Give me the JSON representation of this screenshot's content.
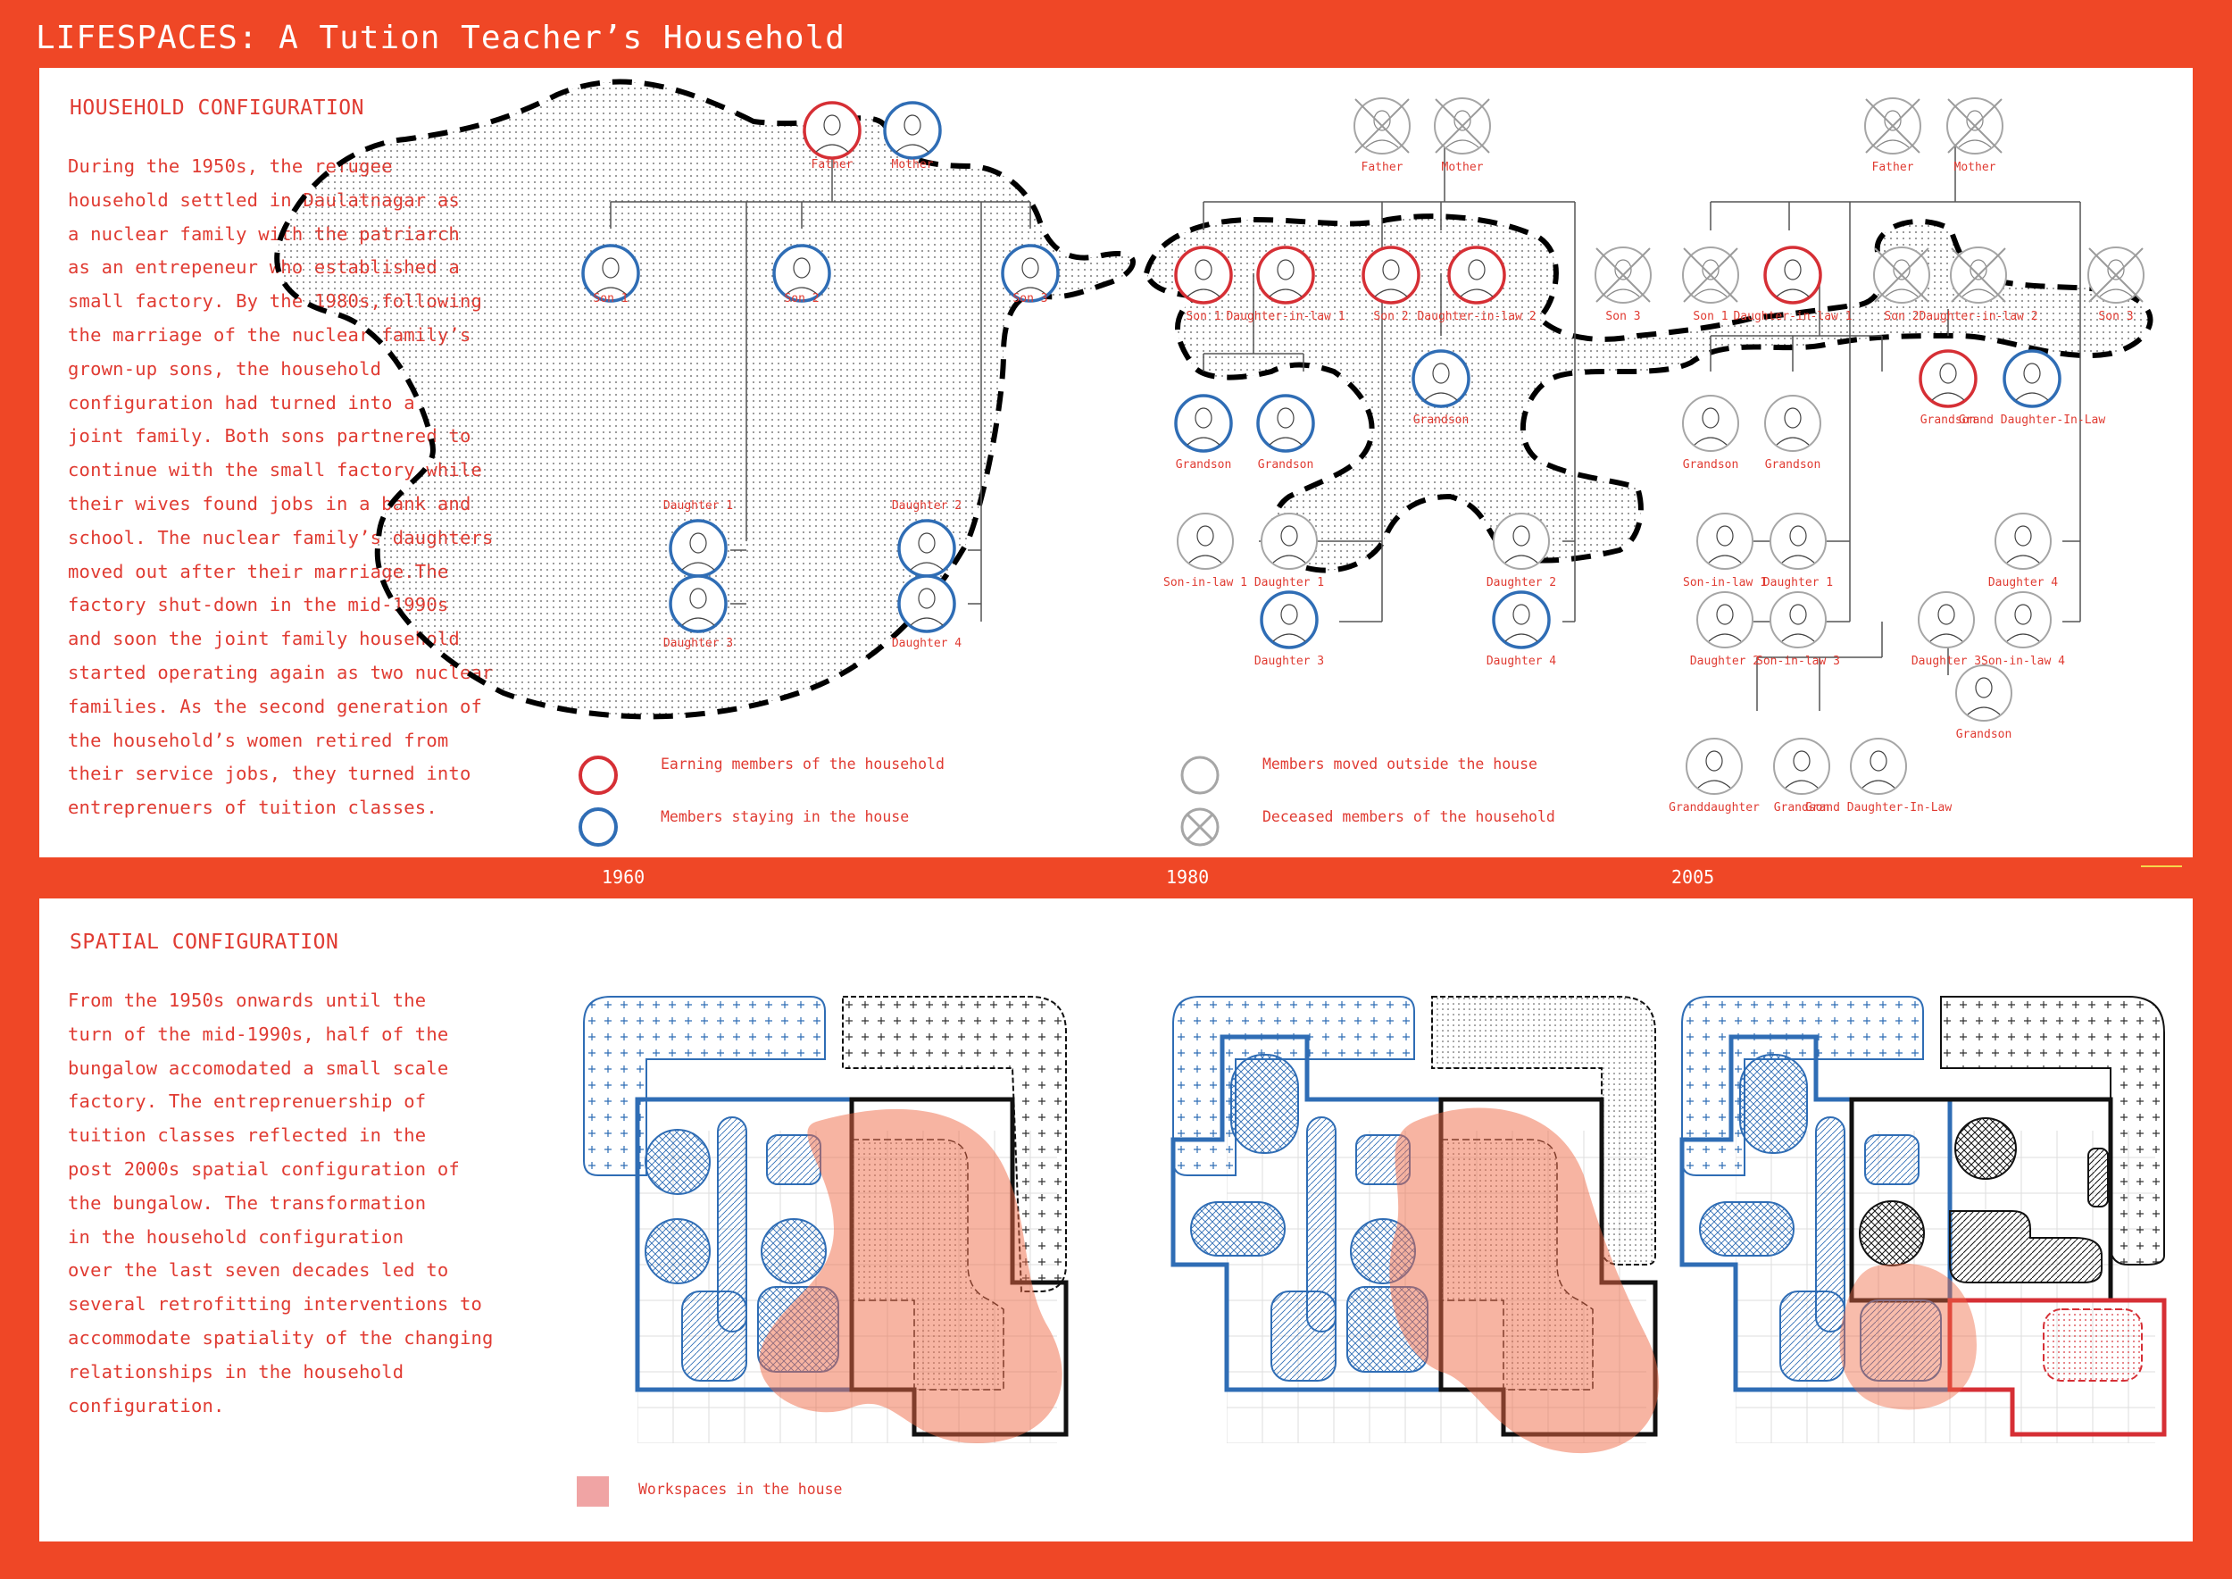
{
  "title": "LIFESPACES: A Tution Teacher’s Household",
  "household": {
    "heading": "HOUSEHOLD CONFIGURATION",
    "text": "During the 1950s, the refugee\nhousehold settled in Daulatnagar as\na nuclear family with the patriarch\nas an entrepeneur who established a\nsmall factory. By the 1980s,following\nthe marriage of the nuclear family’s\ngrown-up sons, the household\nconfiguration had turned into a\njoint family. Both sons partnered to\ncontinue with the small factory while\ntheir wives found jobs in a bank and\nschool. The nuclear family’s daughters\nmoved out after their marriage.The\nfactory shut-down in the mid-1990s\nand soon the joint family household\nstarted operating again as two nuclear\nfamilies. As the second generation of\nthe household’s women retired from\ntheir service jobs, they turned into\nentreprenuers of  tuition classes.",
    "legend": {
      "earning": "Earning members of the household",
      "staying": "Members staying in the house",
      "moved": "Members moved outside the house",
      "deceased": "Deceased members of the household"
    }
  },
  "years": [
    "1960",
    "1980",
    "2005"
  ],
  "spatial": {
    "heading": "SPATIAL CONFIGURATION",
    "text": "From the 1950s onwards until the\nturn of the mid-1990s, half of the\nbungalow accomodated a small scale\nfactory. The entreprenuership of\ntuition classes reflected in the\npost 2000s spatial configuration of\nthe bungalow. The transformation\nin the household configuration\nover the last seven decades led to\nseveral retrofitting interventions to\naccommodate spatiality of the changing\nrelationships in the household\nconfiguration.",
    "legend_workspace": "Workspaces in the house"
  },
  "colors": {
    "accent": "#ef4726",
    "earning": "#d62f35",
    "staying": "#2f6db5",
    "moved": "#a6a6a6",
    "workspace": "#f0a58f"
  },
  "trees": {
    "t1960": [
      {
        "label": "Father",
        "status": "earning"
      },
      {
        "label": "Mother",
        "status": "staying"
      },
      {
        "label": "Son 1",
        "status": "staying"
      },
      {
        "label": "Son 2",
        "status": "staying"
      },
      {
        "label": "Son 3",
        "status": "staying"
      },
      {
        "label": "Daughter 1",
        "status": "staying"
      },
      {
        "label": "Daughter 2",
        "status": "staying"
      },
      {
        "label": "Daughter 3",
        "status": "staying"
      },
      {
        "label": "Daughter 4",
        "status": "staying"
      }
    ],
    "t1980": [
      {
        "label": "Father",
        "status": "deceased"
      },
      {
        "label": "Mother",
        "status": "deceased"
      },
      {
        "label": "Son 1",
        "status": "earning"
      },
      {
        "label": "Daughter-in-law 1",
        "status": "earning"
      },
      {
        "label": "Son 2",
        "status": "earning"
      },
      {
        "label": "Daughter-in-law 2",
        "status": "earning"
      },
      {
        "label": "Son 3",
        "status": "deceased"
      },
      {
        "label": "Grandson",
        "status": "staying"
      },
      {
        "label": "Grandson",
        "status": "staying"
      },
      {
        "label": "Grandson",
        "status": "staying"
      },
      {
        "label": "Son-in-law 1",
        "status": "moved"
      },
      {
        "label": "Daughter 1",
        "status": "moved"
      },
      {
        "label": "Daughter 2",
        "status": "moved"
      },
      {
        "label": "Daughter 3",
        "status": "staying"
      },
      {
        "label": "Daughter 4",
        "status": "staying"
      }
    ],
    "t2005": [
      {
        "label": "Father",
        "status": "deceased"
      },
      {
        "label": "Mother",
        "status": "deceased"
      },
      {
        "label": "Son 1",
        "status": "deceased"
      },
      {
        "label": "Daughter-in-law 1",
        "status": "earning"
      },
      {
        "label": "Son 2",
        "status": "deceased"
      },
      {
        "label": "Daughter-in-law 2",
        "status": "deceased"
      },
      {
        "label": "Son 3",
        "status": "deceased"
      },
      {
        "label": "Grandson",
        "status": "earning"
      },
      {
        "label": "Grand Daughter-In-Law",
        "status": "staying"
      },
      {
        "label": "Grandson",
        "status": "moved"
      },
      {
        "label": "Grandson",
        "status": "moved"
      },
      {
        "label": "Son-in-law 1",
        "status": "moved"
      },
      {
        "label": "Daughter 1",
        "status": "moved"
      },
      {
        "label": "Daughter 2",
        "status": "moved"
      },
      {
        "label": "Son-in-law 3",
        "status": "moved"
      },
      {
        "label": "Daughter 3",
        "status": "moved"
      },
      {
        "label": "Son-in-law 4",
        "status": "moved"
      },
      {
        "label": "Daughter 4",
        "status": "moved"
      },
      {
        "label": "Grandson",
        "status": "moved"
      },
      {
        "label": "Granddaughter",
        "status": "moved"
      },
      {
        "label": "Grandson",
        "status": "moved"
      },
      {
        "label": "Grand Daughter-In-Law",
        "status": "moved"
      }
    ]
  }
}
